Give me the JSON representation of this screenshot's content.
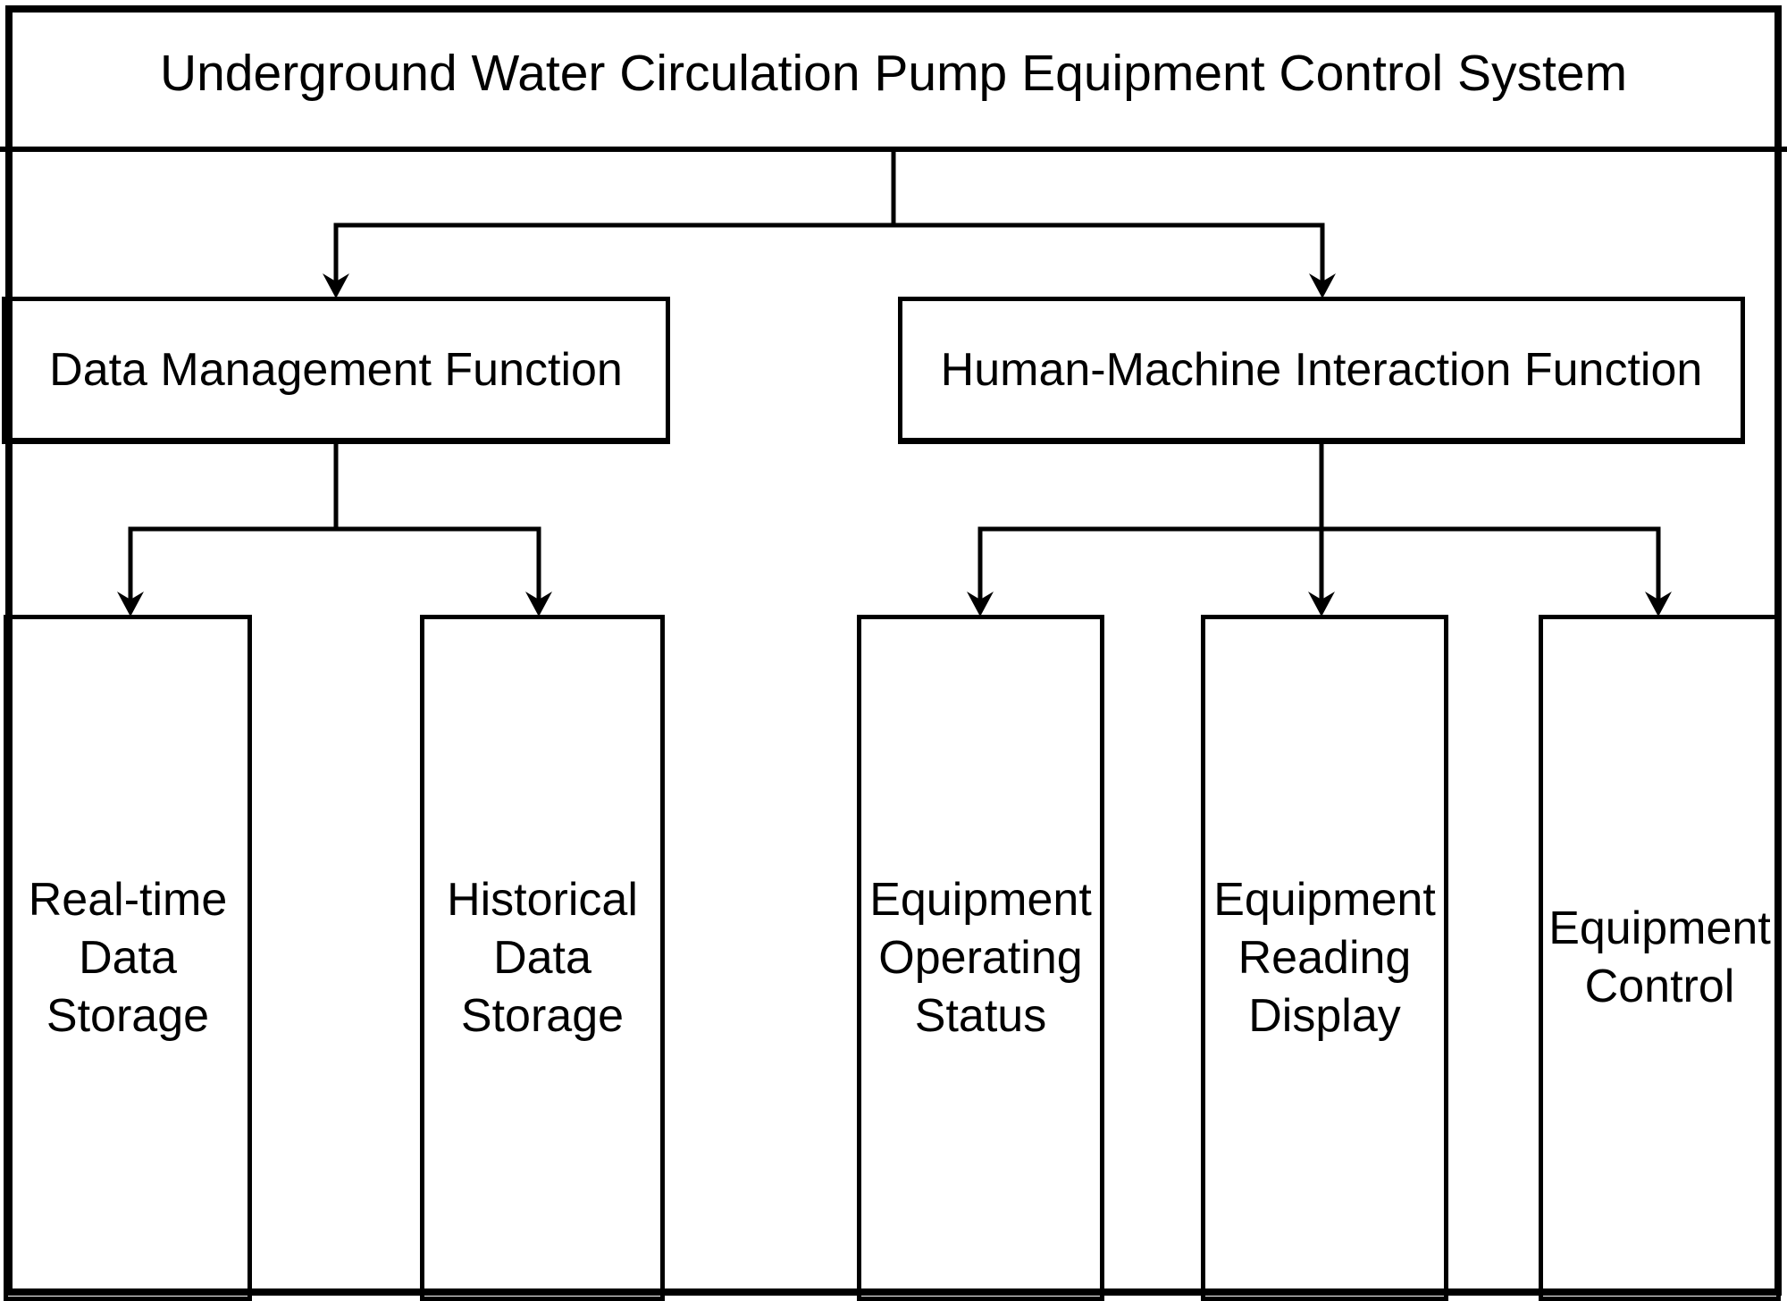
{
  "diagram": {
    "title": {
      "label": "Underground Water Circulation Pump Equipment Control System"
    },
    "branches": [
      {
        "label": "Data Management Function",
        "children": [
          {
            "label": "Real-time\nData\nStorage"
          },
          {
            "label": "Historical\nData\nStorage"
          }
        ]
      },
      {
        "label": "Human-Machine Interaction Function",
        "children": [
          {
            "label": "Equipment\nOperating\nStatus"
          },
          {
            "label": "Equipment\nReading\nDisplay"
          },
          {
            "label": "Equipment\nControl"
          }
        ]
      }
    ],
    "colors": {
      "line": "#000000",
      "background": "#ffffff",
      "text": "#000000"
    }
  }
}
